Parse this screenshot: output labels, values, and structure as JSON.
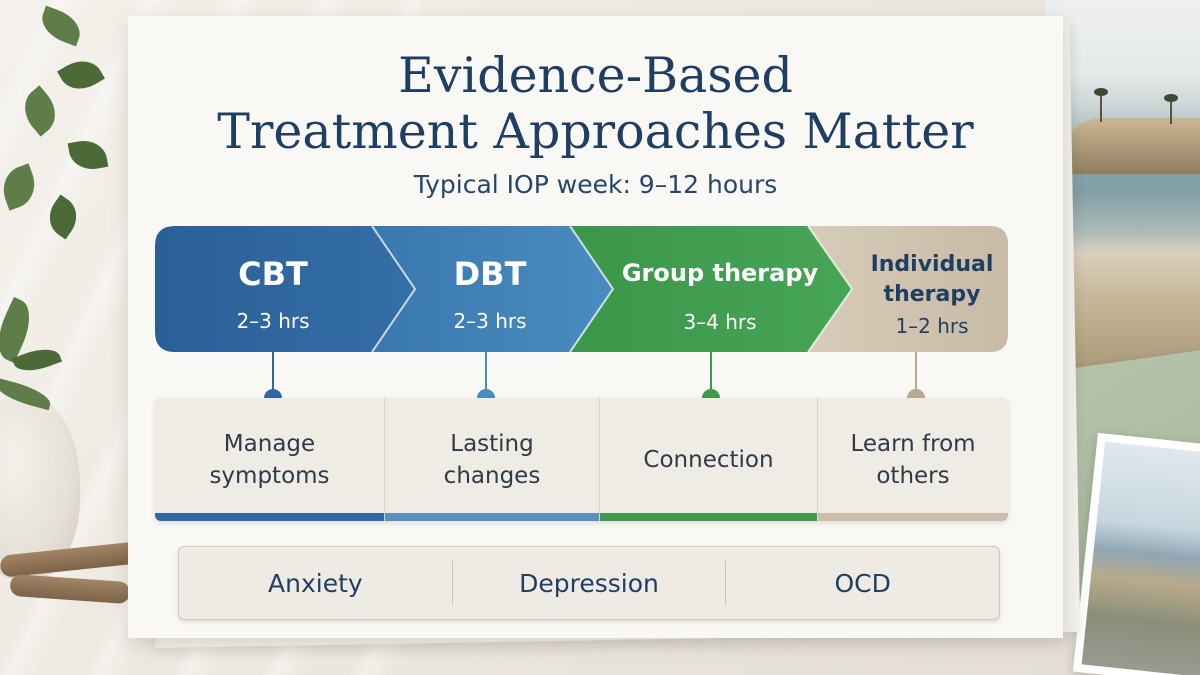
{
  "header": {
    "title_line1": "Evidence-Based",
    "title_line2": "Treatment Approaches Matter",
    "subtitle": "Typical IOP week: 9–12 hours"
  },
  "steps": [
    {
      "name": "CBT",
      "hours": "2–3 hrs",
      "color": "#2f67a0"
    },
    {
      "name": "DBT",
      "hours": "2–3 hrs",
      "color": "#3f82b8"
    },
    {
      "name": "Group therapy",
      "hours": "3–4 hrs",
      "color": "#3f9a4d"
    },
    {
      "name_line1": "Individual",
      "name_line2": "therapy",
      "hours": "1–2 hrs",
      "color": "#cbbfab",
      "text_color": "#1f3e63"
    }
  ],
  "outcomes": [
    {
      "label": "Manage\nsymptoms",
      "color": "#2f67a0"
    },
    {
      "label": "Lasting\nchanges",
      "color": "#5a92bf"
    },
    {
      "label": "Connection",
      "color": "#3f9a4d"
    },
    {
      "label": "Learn from\nothers",
      "color": "#cbbfab"
    }
  ],
  "conditions": [
    "Anxiety",
    "Depression",
    "OCD"
  ]
}
